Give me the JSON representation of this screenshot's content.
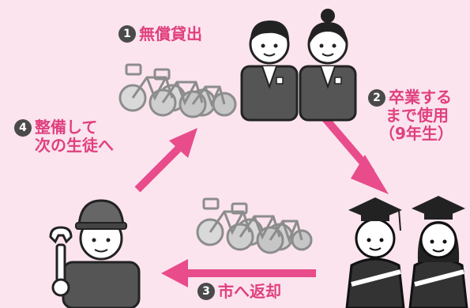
{
  "steps": [
    {
      "num": "1",
      "label": "無償貸出"
    },
    {
      "num": "2",
      "lines": [
        "卒業する",
        "まで使用",
        "（9年生）"
      ]
    },
    {
      "num": "3",
      "label": "市へ返却"
    },
    {
      "num": "4",
      "lines": [
        "整備して",
        "次の生徒へ"
      ]
    }
  ],
  "icons": {
    "bicycles_top": "bicycles-icon",
    "bicycles_bottom": "bicycles-icon",
    "students": "students-icon",
    "graduates": "graduates-icon",
    "mechanic": "mechanic-icon"
  },
  "colors": {
    "background": "#fbe4ee",
    "accent": "#e0407f",
    "arrow": "#e84c8b",
    "badge": "#4a4a4a"
  }
}
